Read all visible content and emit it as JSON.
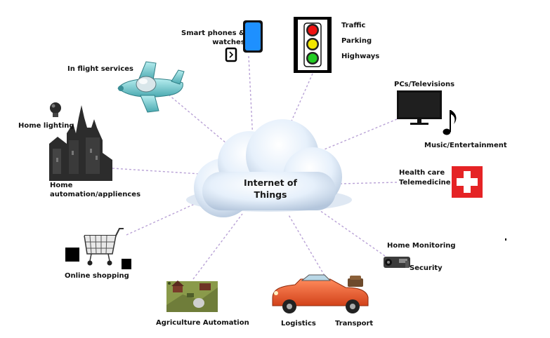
{
  "center": {
    "line1": "Internet of",
    "line2": "Things"
  },
  "nodes": {
    "smart_phones": {
      "line1": "Smart phones &",
      "line2": "watches"
    },
    "traffic": "Traffic",
    "parking": "Parking",
    "highways": "Highways",
    "in_flight": "In flight services",
    "pcs_tv": "PCs/Televisions",
    "music": "Music/Entertainment",
    "home_lighting": "Home lighting",
    "home_automation": {
      "line1": "Home",
      "line2": "automation/appliences"
    },
    "health_care": "Health care",
    "telemedicine": "Telemedicine",
    "home_monitoring": "Home Monitoring",
    "security": "Security",
    "online_shopping": "Online shopping",
    "agriculture": "Agriculture Automation",
    "logistics": "Logistics",
    "transport": "Transport"
  },
  "colors": {
    "connector": "#b9a2d6",
    "cloud": "#e6f0fb",
    "cloud_shadow": "#b4c6dc",
    "phone": "#1e90ff",
    "traffic_red": "#ee1111",
    "traffic_yellow": "#f2e600",
    "traffic_green": "#22cc22",
    "health_red": "#e52325",
    "car": "#f2622e",
    "plane": "#7fd6d8",
    "grass": "#8a9a4a"
  },
  "icons": [
    "smartphone-icon",
    "watch-icon",
    "traffic-light-icon",
    "airplane-icon",
    "monitor-icon",
    "music-note-icon",
    "light-bulb-icon",
    "castle-icon",
    "medical-cross-icon",
    "security-camera-icon",
    "shopping-cart-icon",
    "farm-icon",
    "car-icon"
  ]
}
